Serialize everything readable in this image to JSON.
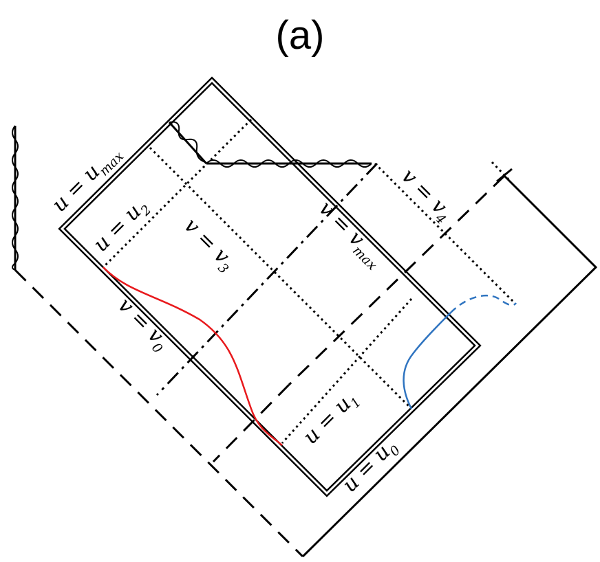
{
  "panel_label": "(a)",
  "labels": {
    "u_max": {
      "var": "u",
      "eq": " = ",
      "base": "u",
      "sub": "max"
    },
    "u_2": {
      "var": "u",
      "eq": " = ",
      "base": "u",
      "sub": "2"
    },
    "u_1": {
      "var": "u",
      "eq": " = ",
      "base": "u",
      "sub": "1"
    },
    "u_0": {
      "var": "u",
      "eq": " = ",
      "base": "u",
      "sub": "0"
    },
    "v_0": {
      "var": "v",
      "eq": " = ",
      "base": "v",
      "sub": "0"
    },
    "v_3": {
      "var": "v",
      "eq": " = ",
      "base": "v",
      "sub": "3"
    },
    "v_4": {
      "var": "v",
      "eq": " = ",
      "base": "v",
      "sub": "4"
    },
    "v_max": {
      "var": "v",
      "eq": " = ",
      "base": "v",
      "sub": "max"
    }
  },
  "colors": {
    "red_curve": "#e8191c",
    "blue_curve": "#2f74c0",
    "lines": "#000000"
  }
}
